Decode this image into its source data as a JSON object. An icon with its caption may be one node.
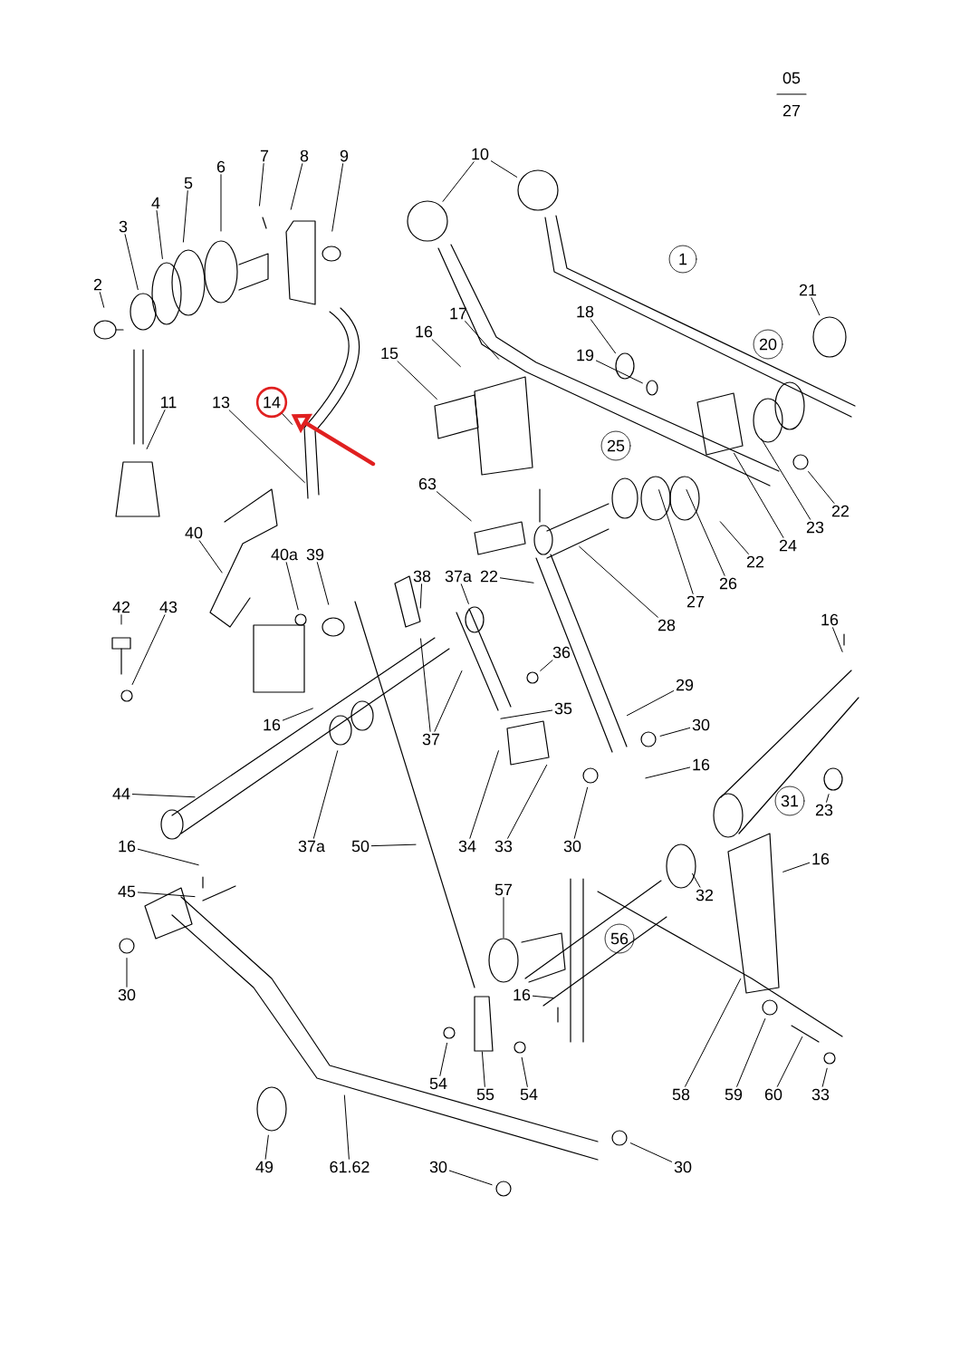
{
  "diagram": {
    "nodes": [
      {
        "text": [
          "2"
        ]
      },
      {
        "text": [
          "3"
        ]
      },
      {
        "text": [
          "4"
        ]
      },
      {
        "text": [
          "5"
        ]
      },
      {
        "text": [
          "6"
        ]
      },
      {
        "text": [
          "7"
        ]
      },
      {
        "text": [
          "8"
        ]
      },
      {
        "text": [
          "9"
        ]
      },
      {
        "text": [
          "10"
        ]
      },
      {
        "text": [
          "1"
        ]
      },
      {
        "text": [
          "11"
        ]
      },
      {
        "text": [
          "13"
        ]
      },
      {
        "text": [
          "14"
        ]
      },
      {
        "text": [
          "15"
        ]
      },
      {
        "text": [
          "16"
        ]
      },
      {
        "text": [
          "17"
        ]
      },
      {
        "text": [
          "18"
        ]
      },
      {
        "text": [
          "19"
        ]
      },
      {
        "text": [
          "20"
        ]
      },
      {
        "text": [
          "21"
        ]
      },
      {
        "text": [
          "25"
        ]
      },
      {
        "text": [
          "22"
        ]
      },
      {
        "text": [
          "23"
        ]
      },
      {
        "text": [
          "24"
        ]
      },
      {
        "text": [
          "63"
        ]
      },
      {
        "text": [
          "40"
        ]
      },
      {
        "text": [
          "40a"
        ]
      },
      {
        "text": [
          "39"
        ]
      },
      {
        "text": [
          "38"
        ]
      },
      {
        "text": [
          "37a"
        ]
      },
      {
        "text": [
          "22"
        ]
      },
      {
        "text": [
          "22"
        ]
      },
      {
        "text": [
          "26"
        ]
      },
      {
        "text": [
          "27"
        ]
      },
      {
        "text": [
          "28"
        ]
      },
      {
        "text": [
          "42"
        ]
      },
      {
        "text": [
          "43"
        ]
      },
      {
        "text": [
          "36"
        ]
      },
      {
        "text": [
          "16"
        ]
      },
      {
        "text": [
          "35"
        ]
      },
      {
        "text": [
          "29"
        ]
      },
      {
        "text": [
          "37"
        ]
      },
      {
        "text": [
          "30"
        ]
      },
      {
        "text": [
          "16"
        ]
      },
      {
        "text": [
          "16"
        ]
      },
      {
        "text": [
          "44"
        ]
      },
      {
        "text": [
          "37a"
        ]
      },
      {
        "text": [
          "50"
        ]
      },
      {
        "text": [
          "34"
        ]
      },
      {
        "text": [
          "33"
        ]
      },
      {
        "text": [
          "30"
        ]
      },
      {
        "text": [
          "31"
        ]
      },
      {
        "text": [
          "23"
        ]
      },
      {
        "text": [
          "16"
        ]
      },
      {
        "text": [
          "16"
        ]
      },
      {
        "text": [
          "32"
        ]
      },
      {
        "text": [
          "45"
        ]
      },
      {
        "text": [
          "57"
        ]
      },
      {
        "text": [
          "56"
        ]
      },
      {
        "text": [
          "30"
        ]
      },
      {
        "text": [
          "16"
        ]
      },
      {
        "text": [
          "54"
        ]
      },
      {
        "text": [
          "55"
        ]
      },
      {
        "text": [
          "54"
        ]
      },
      {
        "text": [
          "58"
        ]
      },
      {
        "text": [
          "59"
        ]
      },
      {
        "text": [
          "60"
        ]
      },
      {
        "text": [
          "33"
        ]
      },
      {
        "text": [
          "49"
        ]
      },
      {
        "text": [
          "61.62"
        ]
      },
      {
        "text": [
          "30"
        ]
      },
      {
        "text": [
          "30"
        ]
      },
      {
        "text": [],
        "shape": "circle"
      },
      {
        "text": [],
        "shape": "circle"
      },
      {
        "text": [],
        "shape": "circle"
      },
      {
        "text": [],
        "shape": "circle"
      },
      {
        "text": [],
        "shape": "circle"
      },
      {
        "text": [],
        "shape": "circle"
      },
      {
        "text": [],
        "shape": "circle"
      },
      {
        "text": [],
        "shape": "circle"
      },
      {
        "text": [],
        "shape": "circle"
      },
      {
        "text": [],
        "shape": "circle"
      },
      {
        "text": [],
        "shape": "circle"
      },
      {
        "text": [],
        "shape": "circle"
      },
      {
        "text": [],
        "shape": "circle"
      },
      {
        "text": [],
        "shape": "circle"
      },
      {
        "text": [],
        "shape": "circle"
      },
      {
        "text": [],
        "shape": "circle"
      },
      {
        "text": [],
        "shape": "circle"
      },
      {
        "text": [],
        "shape": "circle"
      },
      {
        "text": [],
        "shape": "circle"
      },
      {
        "text": [],
        "shape": "circle"
      },
      {
        "text": [],
        "shape": "circle"
      },
      {
        "text": [],
        "shape": "circle"
      }
    ],
    "edges": [
      {
        "from": 0,
        "to": null,
        "arrow": "none"
      },
      {
        "from": 1,
        "to": 72,
        "arrow": "none"
      },
      {
        "from": 2,
        "to": 73,
        "arrow": "none"
      },
      {
        "from": 3,
        "to": null,
        "arrow": "none"
      },
      {
        "from": 4,
        "to": null,
        "arrow": "none"
      },
      {
        "from": 5,
        "to": null,
        "arrow": "none"
      },
      {
        "from": 6,
        "to": null,
        "arrow": "none"
      },
      {
        "from": 7,
        "to": null,
        "arrow": "none"
      },
      {
        "from": 8,
        "to": 74,
        "arrow": "none"
      },
      {
        "from": 8,
        "to": 75,
        "arrow": "none"
      },
      {
        "from": 10,
        "to": null,
        "arrow": "none"
      },
      {
        "from": 11,
        "to": null,
        "arrow": "none"
      },
      {
        "from": 12,
        "to": null,
        "arrow": "none"
      },
      {
        "from": null,
        "to": 12,
        "arrow": "to",
        "style": "thick",
        "color": "#e02020"
      },
      {
        "from": 13,
        "to": null,
        "arrow": "none"
      },
      {
        "from": 14,
        "to": null,
        "arrow": "none"
      },
      {
        "from": 15,
        "to": null,
        "arrow": "none"
      },
      {
        "from": 16,
        "to": 77,
        "arrow": "none"
      },
      {
        "from": 17,
        "to": 78,
        "arrow": "none"
      },
      {
        "from": 19,
        "to": 76,
        "arrow": "none"
      },
      {
        "from": 21,
        "to": 79,
        "arrow": "none"
      },
      {
        "from": 22,
        "to": null,
        "arrow": "none"
      },
      {
        "from": 23,
        "to": null,
        "arrow": "none"
      },
      {
        "from": 24,
        "to": null,
        "arrow": "none"
      },
      {
        "from": 25,
        "to": null,
        "arrow": "none"
      },
      {
        "from": 26,
        "to": 80,
        "arrow": "none"
      },
      {
        "from": 27,
        "to": null,
        "arrow": "none"
      },
      {
        "from": 28,
        "to": null,
        "arrow": "none"
      },
      {
        "from": 29,
        "to": 81,
        "arrow": "none"
      },
      {
        "from": 30,
        "to": null,
        "arrow": "none"
      },
      {
        "from": 31,
        "to": null,
        "arrow": "none"
      },
      {
        "from": 32,
        "to": null,
        "arrow": "none"
      },
      {
        "from": 33,
        "to": null,
        "arrow": "none"
      },
      {
        "from": 34,
        "to": null,
        "arrow": "none"
      },
      {
        "from": 35,
        "to": null,
        "arrow": "none"
      },
      {
        "from": 36,
        "to": null,
        "arrow": "none"
      },
      {
        "from": 37,
        "to": 82,
        "arrow": "none"
      },
      {
        "from": 38,
        "to": null,
        "arrow": "none"
      },
      {
        "from": 39,
        "to": null,
        "arrow": "none"
      },
      {
        "from": 40,
        "to": null,
        "arrow": "none"
      },
      {
        "from": 41,
        "to": null,
        "arrow": "none"
      },
      {
        "from": 41,
        "to": null,
        "arrow": "none"
      },
      {
        "from": 42,
        "to": 83,
        "arrow": "none"
      },
      {
        "from": 43,
        "to": null,
        "arrow": "none"
      },
      {
        "from": 44,
        "to": null,
        "arrow": "none"
      },
      {
        "from": 45,
        "to": null,
        "arrow": "none"
      },
      {
        "from": 46,
        "to": null,
        "arrow": "none"
      },
      {
        "from": 47,
        "to": null,
        "arrow": "none"
      },
      {
        "from": 48,
        "to": null,
        "arrow": "none"
      },
      {
        "from": 49,
        "to": null,
        "arrow": "none"
      },
      {
        "from": 50,
        "to": 84,
        "arrow": "none"
      },
      {
        "from": 52,
        "to": 85,
        "arrow": "none"
      },
      {
        "from": 53,
        "to": null,
        "arrow": "none"
      },
      {
        "from": 54,
        "to": null,
        "arrow": "none"
      },
      {
        "from": 55,
        "to": null,
        "arrow": "none"
      },
      {
        "from": 56,
        "to": null,
        "arrow": "none"
      },
      {
        "from": 57,
        "to": null,
        "arrow": "none"
      },
      {
        "from": 59,
        "to": 86,
        "arrow": "none"
      },
      {
        "from": 60,
        "to": null,
        "arrow": "none"
      },
      {
        "from": 61,
        "to": 87,
        "arrow": "none"
      },
      {
        "from": 62,
        "to": null,
        "arrow": "none"
      },
      {
        "from": 63,
        "to": 88,
        "arrow": "none"
      },
      {
        "from": 64,
        "to": null,
        "arrow": "none"
      },
      {
        "from": 65,
        "to": 89,
        "arrow": "none"
      },
      {
        "from": 66,
        "to": null,
        "arrow": "none"
      },
      {
        "from": 67,
        "to": 90,
        "arrow": "none"
      },
      {
        "from": 68,
        "to": 91,
        "arrow": "none"
      },
      {
        "from": 69,
        "to": null,
        "arrow": "none"
      },
      {
        "from": 70,
        "to": 92,
        "arrow": "none"
      },
      {
        "from": 71,
        "to": 93,
        "arrow": "none"
      }
    ],
    "labels": [
      "05",
      "27"
    ]
  }
}
